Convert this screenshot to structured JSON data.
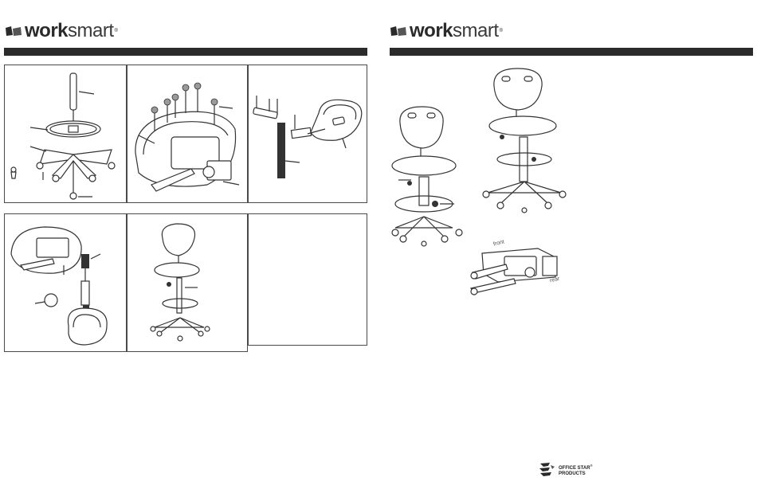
{
  "left_page": {
    "logo": {
      "bold": "work",
      "regular": "smart",
      "tm": "®",
      "icon": "work-smart-logo-icon"
    }
  },
  "right_page": {
    "logo": {
      "bold": "work",
      "regular": "smart",
      "tm": "®",
      "icon": "work-smart-logo-icon"
    },
    "orientation_labels": {
      "front": "front",
      "rear": "rear"
    }
  },
  "footer": {
    "brand_line1": "OFFICE STAR",
    "brand_tm": "®",
    "brand_line2": "PRODUCTS",
    "icon": "office-star-logo-icon"
  },
  "colors": {
    "rule_bar": "#2b2b2b",
    "line_art": "#333333",
    "frame": "#4a4a4a"
  }
}
